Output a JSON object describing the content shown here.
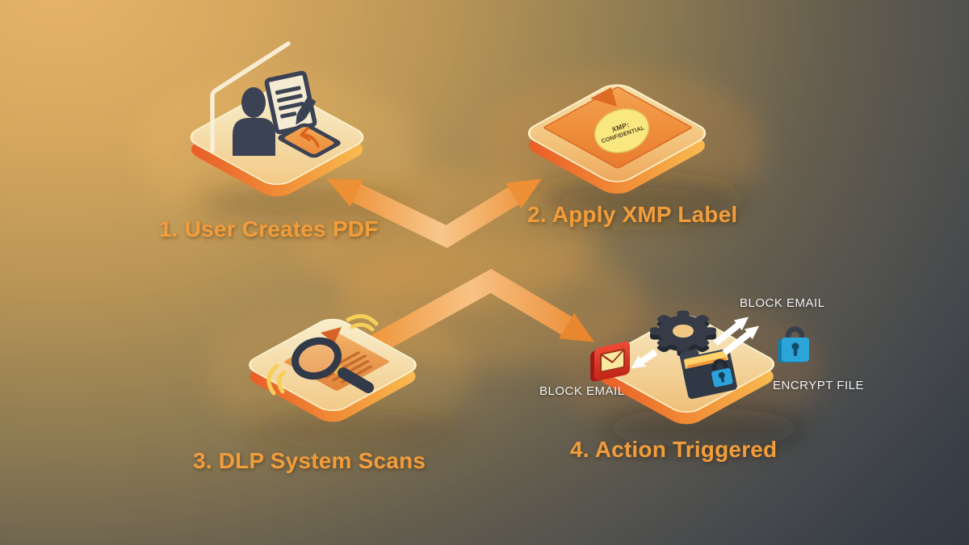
{
  "diagram": {
    "steps": [
      {
        "label": "1. User Creates PDF"
      },
      {
        "label": "2. Apply XMP Label"
      },
      {
        "label": "3. DLP System Scans"
      },
      {
        "label": "4. Action Triggered"
      }
    ],
    "xmp_badge": {
      "line1": "XMP:",
      "line2": "CONFIDENTIAL"
    },
    "actions": {
      "block_email_left": "BLOCK EMAIL",
      "block_email_top": "BLOCK EMAIL",
      "encrypt_file": "ENCRYPT FILE"
    },
    "colors": {
      "accent_orange": "#f29d3c",
      "arrow_orange": "#ee9338",
      "tile_cream": "#f8f0d0",
      "tile_side_orange": "#f18f37",
      "icon_dark": "#3b4253",
      "lock_blue": "#2ba4da",
      "envelope_red": "#d8311f",
      "badge_yellow": "#f9e87f",
      "label_white": "#f1f2f3",
      "background_gold": "#d9a85c",
      "background_dark": "#333942"
    }
  }
}
